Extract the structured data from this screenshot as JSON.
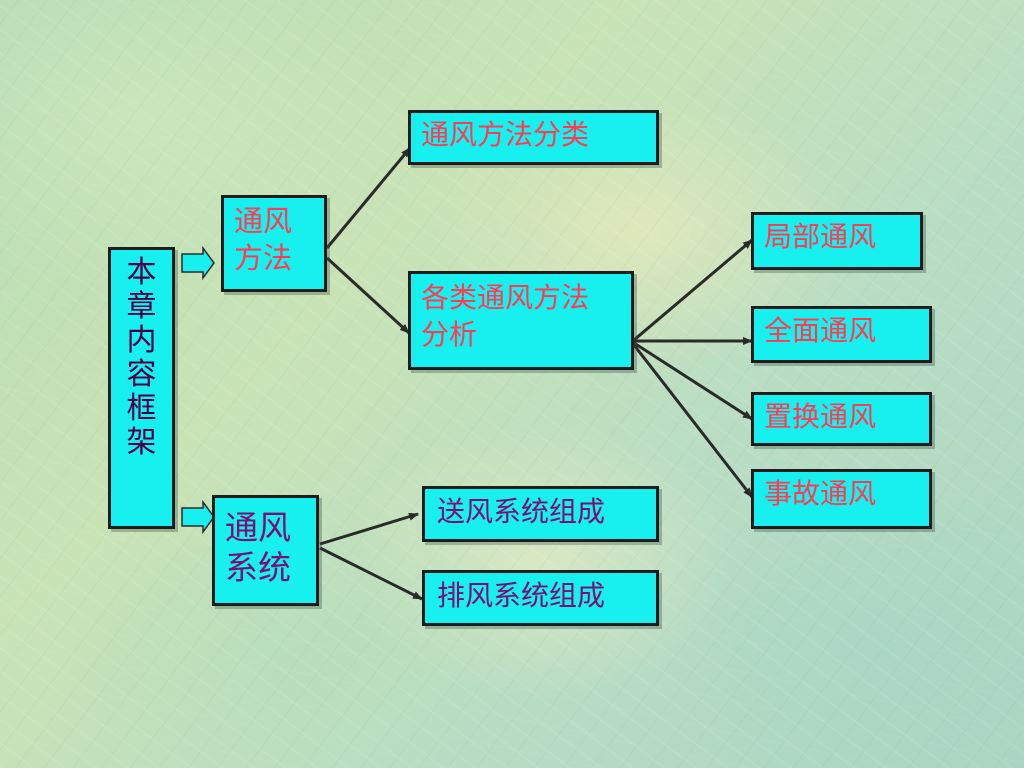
{
  "diagram": {
    "root": "本章内容框架",
    "branches": [
      {
        "label": "通风方法",
        "children": [
          {
            "label": "通风方法分类"
          },
          {
            "label": "各类通风方法分析",
            "children": [
              {
                "label": "局部通风"
              },
              {
                "label": "全面通风"
              },
              {
                "label": "置换通风"
              },
              {
                "label": "事故通风"
              }
            ]
          }
        ]
      },
      {
        "label": "通风系统",
        "children": [
          {
            "label": "送风系统组成"
          },
          {
            "label": "排风系统组成"
          }
        ]
      }
    ]
  },
  "colors": {
    "box_fill": "#18f0f0",
    "box_border": "#1c1c1c",
    "text_red": "#ff3a52",
    "text_purple": "#7a0e74",
    "root_text": "#4a0048",
    "connector": "#2a2a2a",
    "pointer_arrow_fill": "#18f0f0"
  },
  "icons": {
    "pointer_arrow": "block-right-arrow-icon",
    "connector_head": "arrowhead-icon"
  }
}
